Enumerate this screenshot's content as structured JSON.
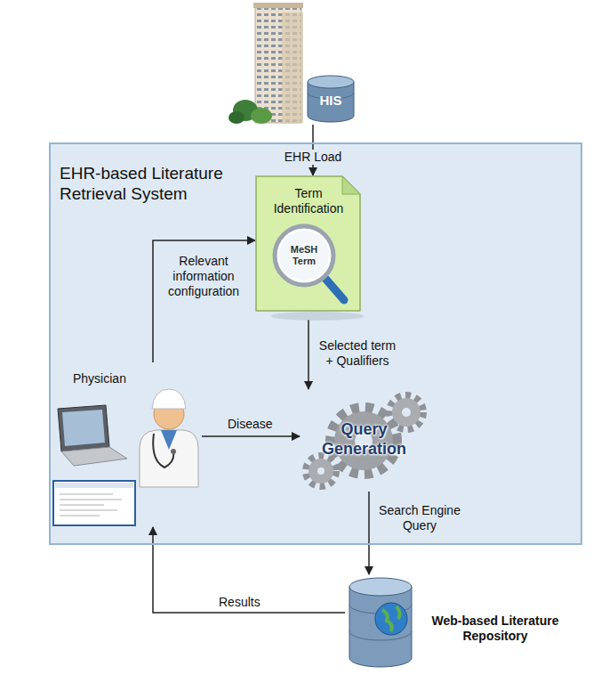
{
  "diagram": {
    "nodes": [
      {
        "text": [
          "HIS"
        ]
      },
      {
        "text": [
          "EHR-based Literature Retrieval System"
        ]
      },
      {
        "text": [
          "Term Identification",
          "MeSH Term"
        ],
        "in": 1
      },
      {
        "text": [
          "Physician"
        ],
        "in": 1
      },
      {
        "text": [
          "Query Generation"
        ],
        "in": 1
      },
      {
        "text": [
          "Web-based Literature Repository"
        ]
      }
    ],
    "edges": [
      {
        "from": 0,
        "to": 2,
        "label": "EHR Load",
        "arrow": "to"
      },
      {
        "from": 3,
        "to": 2,
        "label": "Relevant information configuration",
        "arrow": "to"
      },
      {
        "from": 2,
        "to": 4,
        "label": "Selected term + Qualifiers",
        "arrow": "to"
      },
      {
        "from": 3,
        "to": 4,
        "label": "Disease",
        "arrow": "to"
      },
      {
        "from": 4,
        "to": 5,
        "label": "Search Engine Query",
        "arrow": "to"
      },
      {
        "from": 5,
        "to": 3,
        "label": "Results",
        "arrow": "to"
      }
    ]
  }
}
